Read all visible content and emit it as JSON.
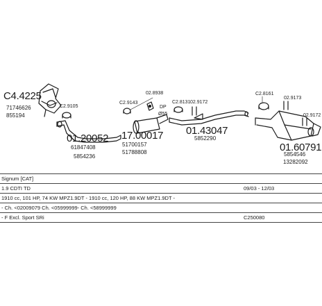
{
  "labels": {
    "cat_part": "C4.4225",
    "cat_ref1": "71746626",
    "cat_ref2": "855194",
    "cat_clamp": "C2.9105",
    "front_part": "01.20052",
    "front_ref1": "61847408",
    "front_ref2": "5854236",
    "dpf_clamp": "C2.9143",
    "dpf_clamp2": "02.8938",
    "dpf_tag": "DP",
    "dpf_size": "Ø55",
    "dpf_part": "17.00017",
    "dpf_ref1": "51700157",
    "dpf_ref2": "51788808",
    "mid_clamp1": "C2.8131",
    "mid_clamp2": "02.9172",
    "mid_part": "01.43047",
    "mid_ref1": "5852290",
    "rear_clamp1": "C2.8161",
    "rear_clamp2": "02.9173",
    "rear_clamp3": "02.9172",
    "rear_part": "01.60791",
    "rear_ref1": "5854546",
    "rear_ref2": "13282092"
  },
  "info": [
    {
      "left": "Signum [CAT]",
      "right": ""
    },
    {
      "left": "1.9 CDTI TD",
      "right": "09/03 - 12/03"
    },
    {
      "left": "1910 cc, 101 HP, 74 KW MPZ1.9DT - 1910 cc, 120 HP, 88 KW MPZ1.9DT -",
      "right": ""
    },
    {
      "left": "- Ch. <02009079 Ch. <05999999- Ch. <58999999",
      "right": ""
    },
    {
      "left": "- F Excl. Sport SRi",
      "right": "C250080"
    }
  ]
}
